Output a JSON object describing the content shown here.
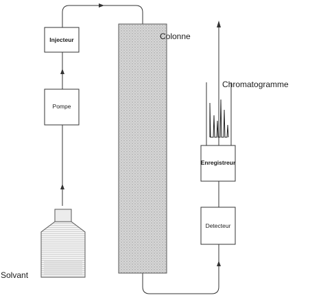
{
  "labels": {
    "injecteur": "Injecteur",
    "pompe": "Pompe",
    "colonne": "Colonne",
    "chromatogramme": "Chromatogramme",
    "enregistreur": "Enregistreur",
    "detecteur": "Detecteur",
    "solvant": "Solvant"
  },
  "colors": {
    "line": "#333333",
    "column_fill": "#c9c9c9"
  }
}
